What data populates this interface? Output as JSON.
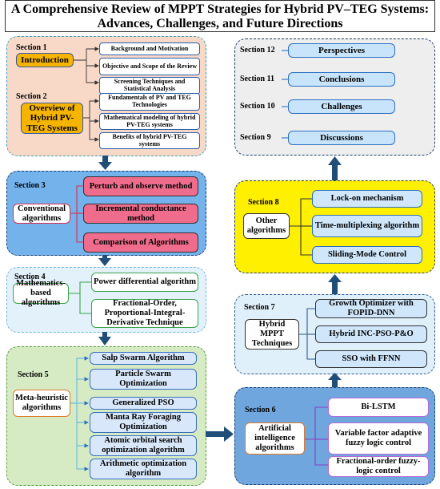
{
  "title": "A Comprehensive Review of MPPT Strategies for Hybrid PV–TEG Systems: Advances, Challenges, and Future Directions",
  "section1": {
    "label": "Section 1",
    "main": "Introduction",
    "items": [
      "Background and Motivation",
      "Objective and Scope of the Review",
      "Screening Techniques and Statistical Analysis"
    ]
  },
  "section2": {
    "label": "Section 2",
    "main": "Overview of Hybrid PV-TEG Systems",
    "items": [
      "Fundamentals of PV and TEG Technologies",
      "Mathematical modeling of hybrid PV-TEG systems",
      "Benefits of hybrid PV-TEG systems"
    ]
  },
  "section3": {
    "label": "Section 3",
    "main": "Conventional algorithms",
    "items": [
      "Perturb and observe method",
      "Incremental conductance method",
      "Comparison of Algorithms"
    ]
  },
  "section4": {
    "label": "Section 4",
    "main": "Mathematics-based algorithms",
    "items": [
      "Power differential algorithm",
      "Fractional-Order, Proportional-Integral-Derivative Technique"
    ]
  },
  "section5": {
    "label": "Section 5",
    "main": "Meta-heuristic algorithms",
    "items": [
      "Salp Swarm Algorithm",
      "Particle Swarm Optimization",
      "Generalized PSO",
      "Manta Ray Foraging Optimization",
      "Atomic orbital search optimization algorithm",
      "Arithmetic optimization algorithm"
    ]
  },
  "section6": {
    "label": "Section 6",
    "main": "Artificial intelligence algorithms",
    "items": [
      "Bi-LSTM",
      "Variable factor adaptive fuzzy logic control",
      "Fractional-order fuzzy-logic control"
    ]
  },
  "section7": {
    "label": "Section 7",
    "main": "Hybrid MPPT Techniques",
    "items": [
      "Growth Optimizer with FOPID-DNN",
      "Hybrid INC-PSO-P&O",
      "SSO with FFNN"
    ]
  },
  "section8": {
    "label": "Section 8",
    "main": "Other algorithms",
    "items": [
      "Lock-on mechanism",
      "Time-multiplexing algorithm",
      "Sliding-Mode Control"
    ]
  },
  "right_sections": [
    {
      "label": "Section 12",
      "main": "Perspectives"
    },
    {
      "label": "Section 11",
      "main": "Conclusions"
    },
    {
      "label": "Section 10",
      "main": "Challenges"
    },
    {
      "label": "Section 9",
      "main": "Discussions"
    }
  ],
  "colors": {
    "panel1_bg": "#f8d9c8",
    "panel1_border": "#2aa6c8",
    "panel3_bg": "#74b2ec",
    "panel3_border": "#1a3c6a",
    "panel4_bg": "#e3f1fb",
    "panel4_border": "#6cb8e0",
    "panel5_bg": "#d6ebc4",
    "panel5_border": "#4f9e3a",
    "panel6_bg": "#6fa6de",
    "panel6_border": "#1a3c6a",
    "panel7_bg": "#dff0fb",
    "panel7_border": "#2a5a8a",
    "panel8_bg": "#fff000",
    "panel8_border": "#1a3c6a",
    "panel9_bg": "#eeeeee",
    "panel9_border": "#1a3c6a",
    "arrow": "#1f4e79"
  }
}
